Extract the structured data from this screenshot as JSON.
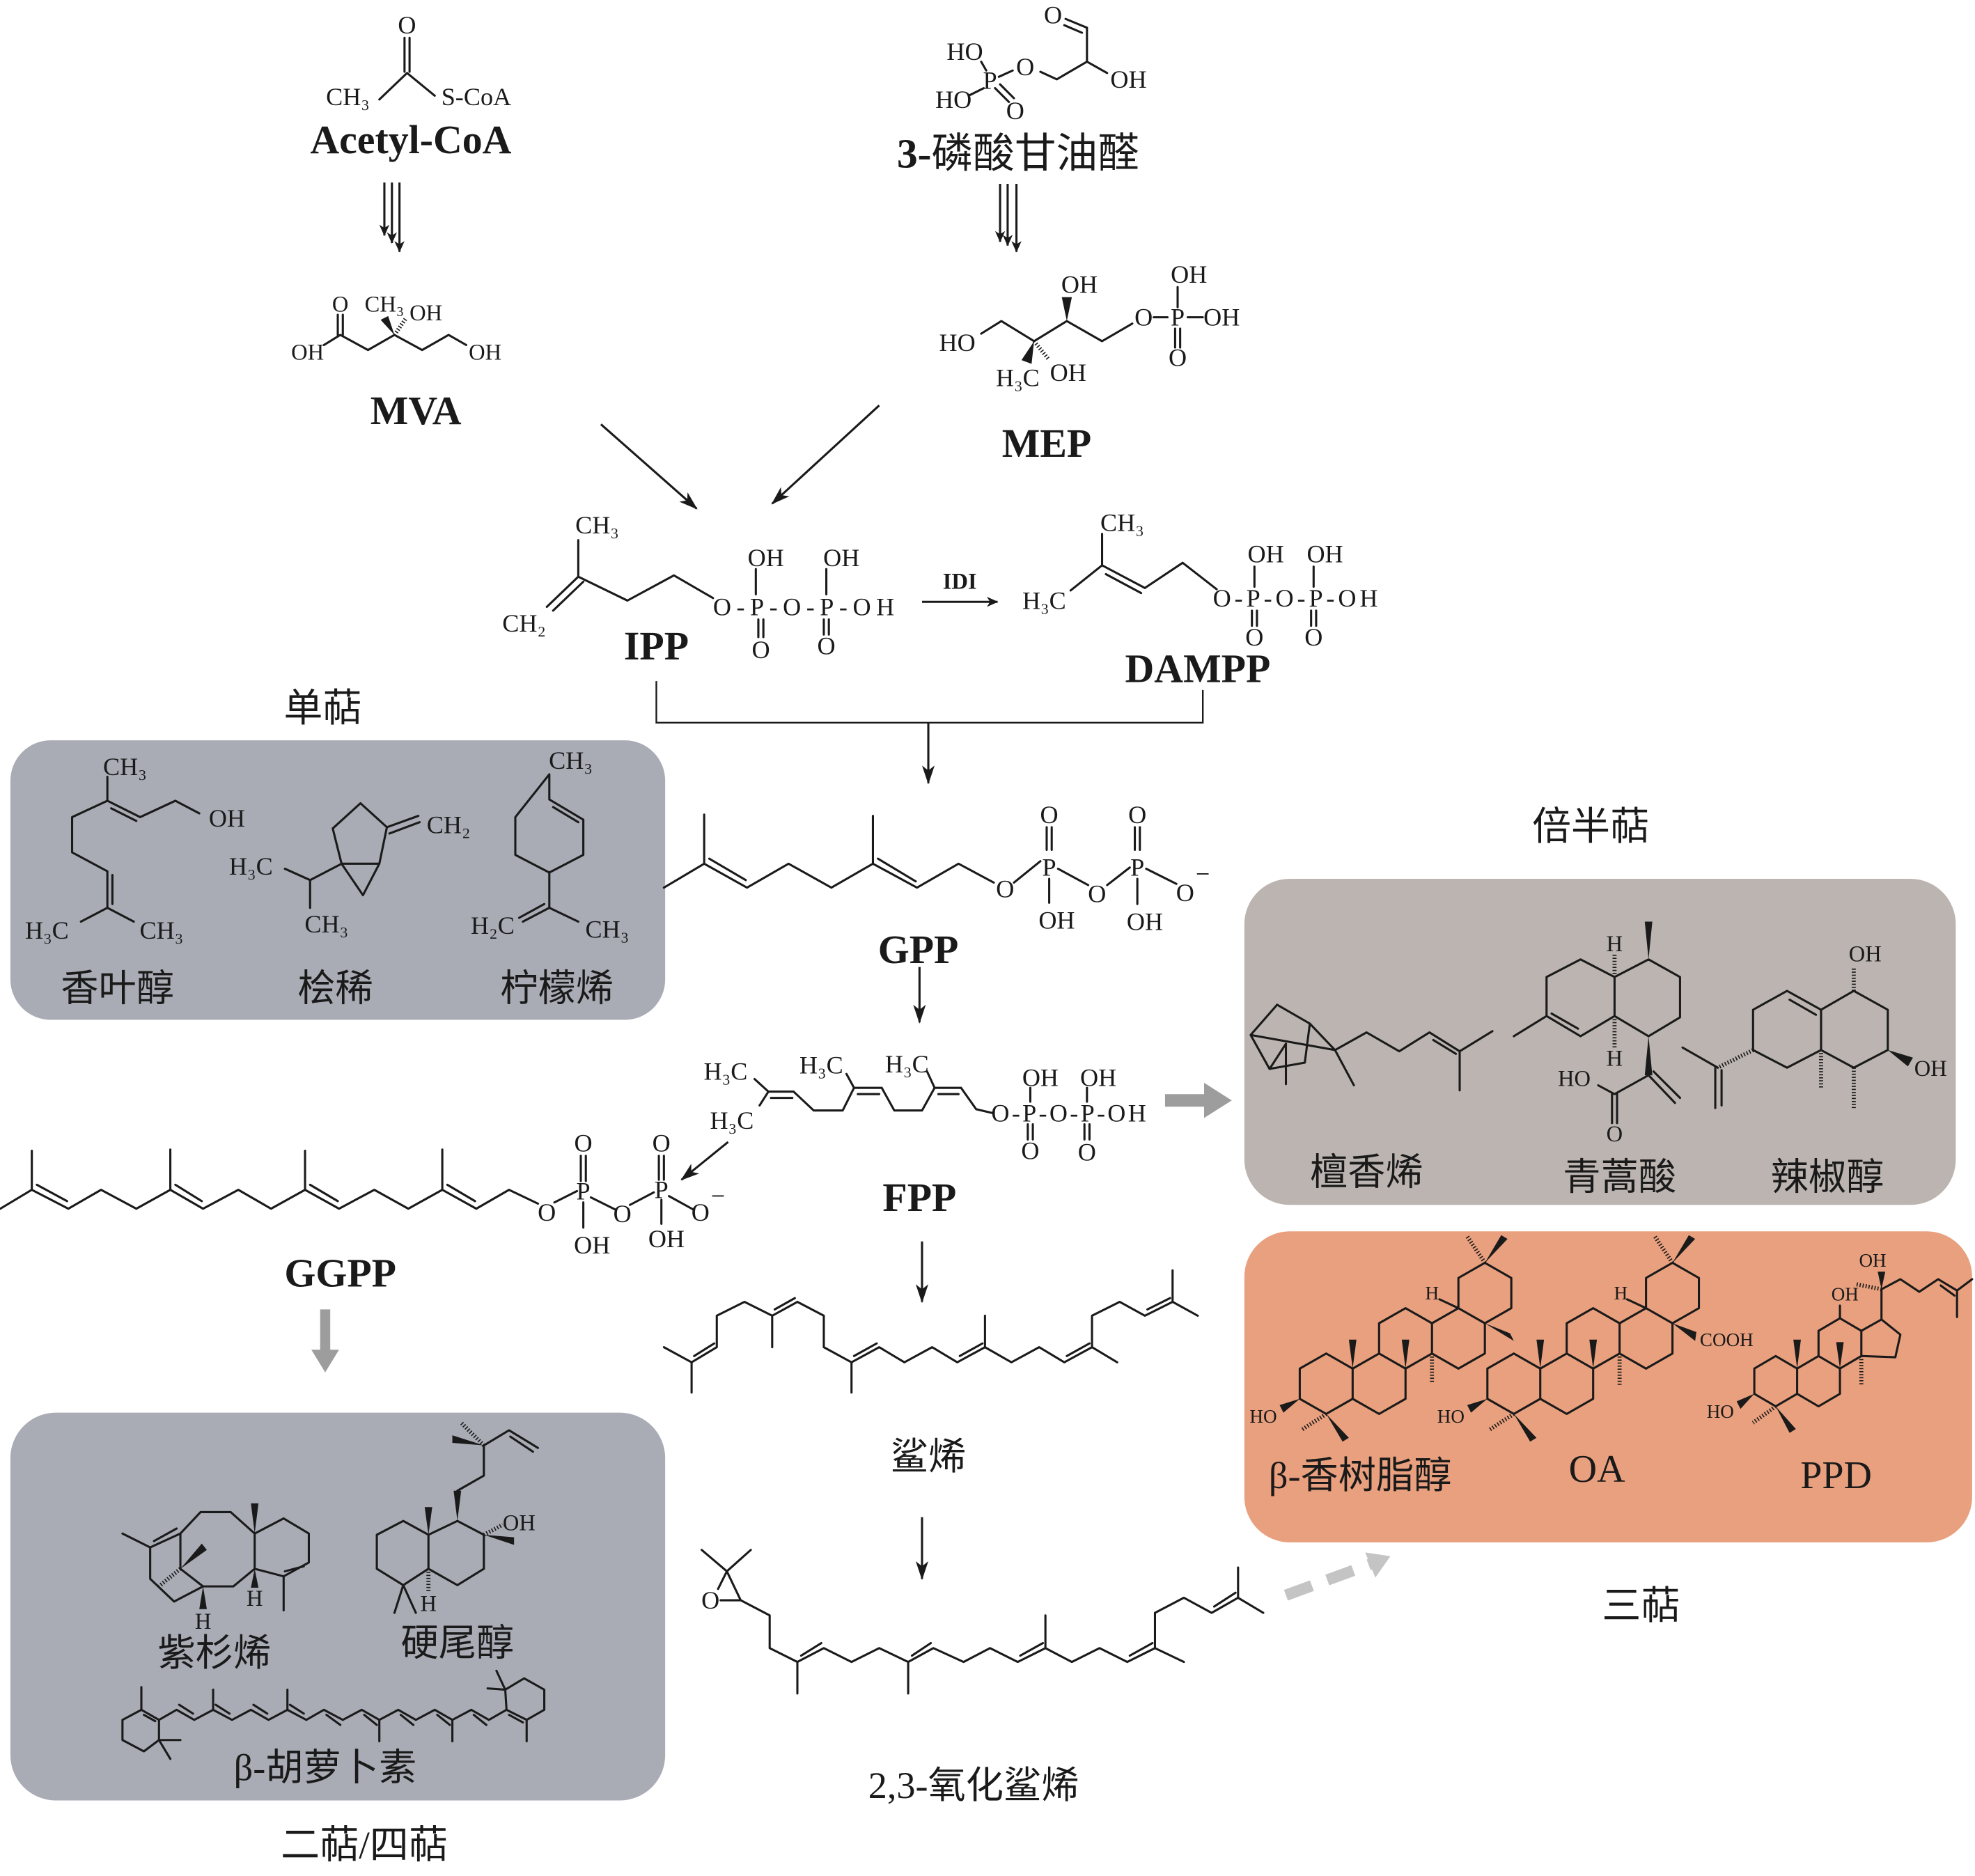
{
  "pathway": {
    "acetyl_coa": {
      "name": "Acetyl-CoA",
      "atoms": [
        "O",
        "CH₃",
        "S-CoA"
      ]
    },
    "g3p": {
      "name_prefix": "3-",
      "name": "磷酸甘油醛",
      "atoms": [
        "O",
        "OH",
        "O",
        "P",
        "HO",
        "HO",
        "O"
      ]
    },
    "mva": {
      "name": "MVA",
      "atoms": [
        "O",
        "CH₃",
        "OH",
        "OH",
        "OH"
      ]
    },
    "mep": {
      "name": "MEP",
      "atoms": [
        "HO",
        "H₃C",
        "OH",
        "OH",
        "O",
        "P",
        "OH",
        "OH",
        "O"
      ]
    },
    "ipp": {
      "name": "IPP",
      "atoms": [
        "CH₃",
        "CH₂",
        "OH",
        "OH",
        "O-P-O-P-OH",
        "O",
        "O"
      ]
    },
    "isomerase": "IDI",
    "dampp": {
      "name": "DAMPP",
      "atoms": [
        "CH₃",
        "H₃C",
        "OH",
        "OH",
        "O-P-O-P-OH",
        "O",
        "O"
      ]
    },
    "gpp": {
      "name": "GPP",
      "atoms": [
        "O",
        "P",
        "O",
        "P",
        "O",
        "O",
        "O",
        "OH",
        "OH",
        "−"
      ]
    },
    "fpp": {
      "name": "FPP",
      "atoms": [
        "H₃C",
        "H₃C",
        "H₃C",
        "H₃C",
        "OH",
        "OH",
        "O-P-O-P-OH",
        "O",
        "O"
      ]
    },
    "ggpp": {
      "name": "GGPP",
      "atoms": [
        "O",
        "P",
        "O",
        "P",
        "O",
        "O",
        "O",
        "OH",
        "OH",
        "−"
      ]
    },
    "squalene": {
      "name": "鲨烯"
    },
    "oxidosqualene": {
      "name": "2,3-氧化鲨烯",
      "atoms": [
        "O"
      ]
    }
  },
  "groups": {
    "monoterpenes": {
      "title": "单萜",
      "color": "#a9abb5",
      "compounds": [
        {
          "name": "香叶醇",
          "atoms": [
            "CH₃",
            "OH",
            "H₃C",
            "CH₃"
          ]
        },
        {
          "name": "桧稀",
          "atoms": [
            "CH₂",
            "H₃C",
            "CH₃"
          ]
        },
        {
          "name": "柠檬烯",
          "atoms": [
            "CH₃",
            "H₂C",
            "CH₃"
          ]
        }
      ]
    },
    "sesquiterpenes": {
      "title": "倍半萜",
      "color": "#bbb4b0",
      "compounds": [
        {
          "name": "檀香烯"
        },
        {
          "name": "青蒿酸",
          "atoms": [
            "H",
            "H",
            "HO",
            "O"
          ]
        },
        {
          "name": "辣椒醇",
          "atoms": [
            "OH",
            "OH"
          ]
        }
      ]
    },
    "triterpenes": {
      "title": "三萜",
      "color": "#e9a07e",
      "compounds": [
        {
          "name": "β-香树脂醇",
          "atoms": [
            "H",
            "HO"
          ]
        },
        {
          "name": "OA",
          "atoms": [
            "H",
            "COOH",
            "HO"
          ]
        },
        {
          "name": "PPD",
          "atoms": [
            "OH",
            "OH",
            "HO"
          ]
        }
      ]
    },
    "diterpenes_tetraterpenes": {
      "title": "二萜/四萜",
      "color": "#a9abb5",
      "compounds": [
        {
          "name": "紫杉烯",
          "atoms": [
            "H",
            "H"
          ]
        },
        {
          "name": "硬尾醇",
          "atoms": [
            "OH",
            "H"
          ]
        },
        {
          "name": "β-胡萝卜素"
        }
      ]
    }
  },
  "colors": {
    "label_blue": "#4a6aa5",
    "arrow_gray": "#9d9d9d",
    "dashed_arrow_gray": "#c4c4c4",
    "ink": "#1a1a1a"
  }
}
